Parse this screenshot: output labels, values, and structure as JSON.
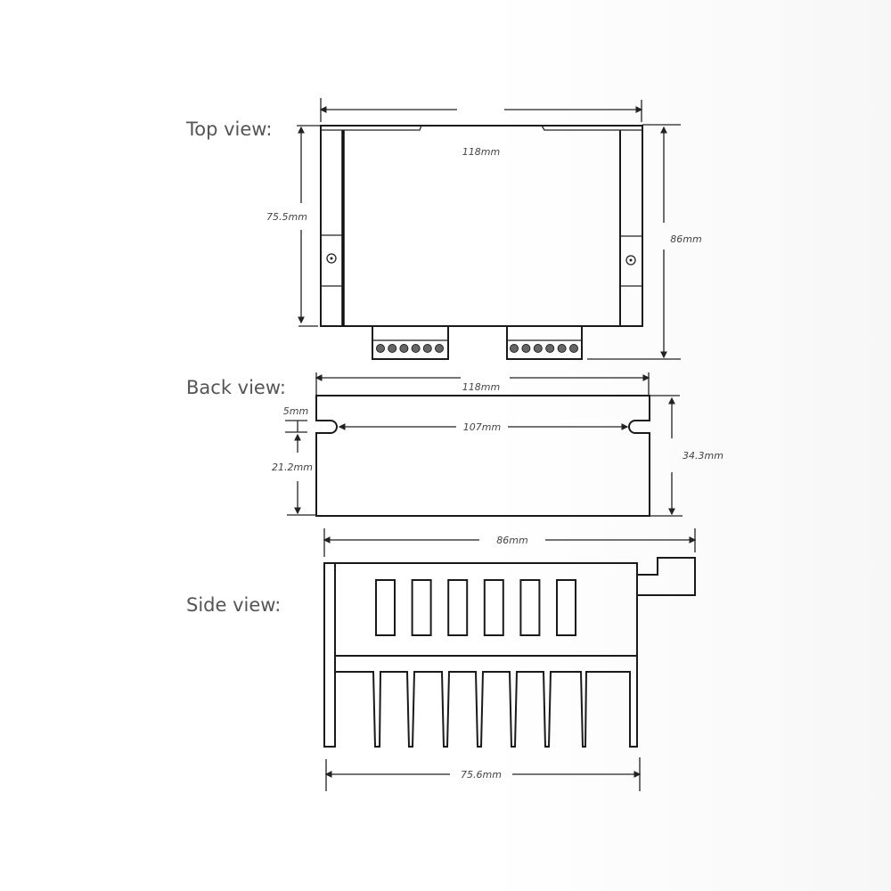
{
  "labels": {
    "top": "Top view:",
    "back": "Back view:",
    "side": "Side view:"
  },
  "top_view": {
    "width": "118mm",
    "inner_height": "75.5mm",
    "height": "86mm",
    "terminal_screws_per_block": 6
  },
  "back_view": {
    "width": "118mm",
    "slot_spacing": "107mm",
    "slot_width": "5mm",
    "slot_height": "21.2mm",
    "height": "34.3mm"
  },
  "side_view": {
    "overall": "86mm",
    "base": "75.6mm",
    "vent_slots": 6
  }
}
